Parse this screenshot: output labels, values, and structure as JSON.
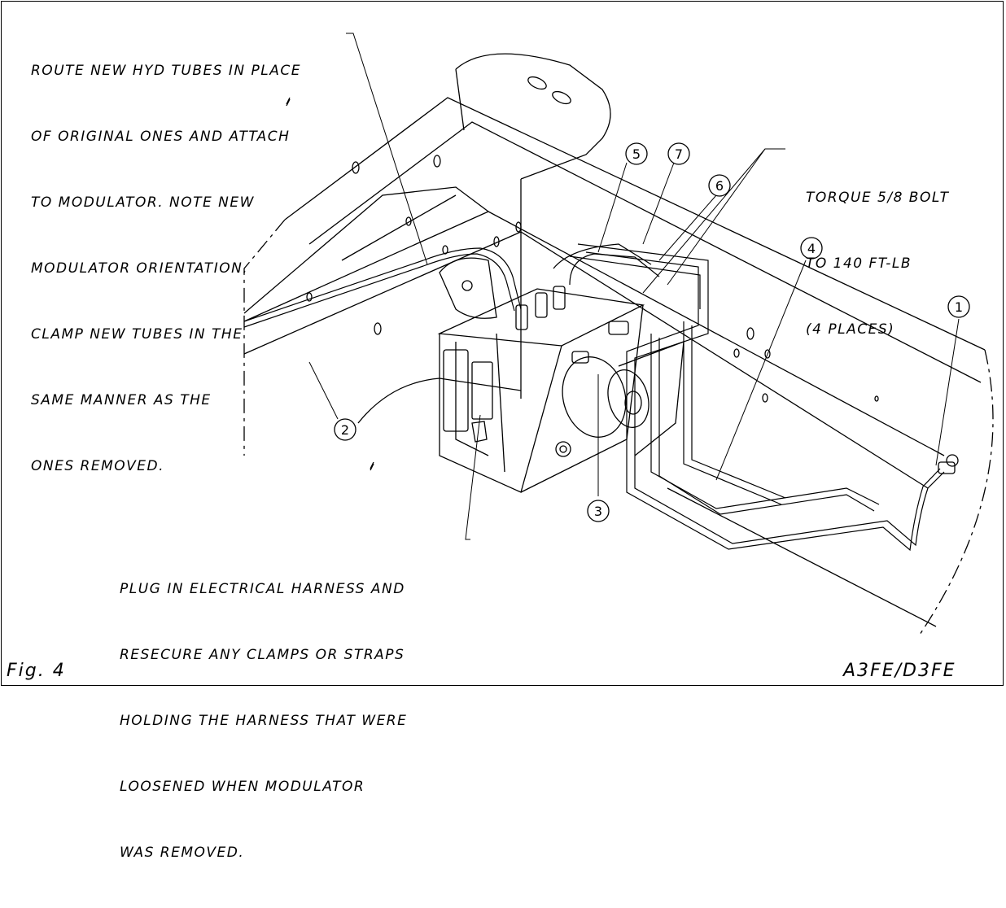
{
  "notes": {
    "route_tubes": [
      "ROUTE NEW HYD TUBES IN PLACE",
      "OF ORIGINAL ONES AND ATTACH",
      "TO MODULATOR. NOTE NEW",
      "MODULATOR ORIENTATION.",
      "CLAMP NEW TUBES IN THE",
      "SAME MANNER AS THE",
      "ONES REMOVED."
    ],
    "torque": [
      "TORQUE 5/8 BOLT",
      "TO 140 FT-LB",
      "(4 PLACES)"
    ],
    "harness": [
      "PLUG IN ELECTRICAL HARNESS AND",
      "RESECURE ANY CLAMPS OR STRAPS",
      "HOLDING THE HARNESS THAT WERE",
      "LOOSENED WHEN MODULATOR",
      "WAS REMOVED."
    ]
  },
  "callouts": [
    "1",
    "2",
    "3",
    "4",
    "5",
    "6",
    "7"
  ],
  "figure_label": "Fig. 4",
  "figure_code": "A3FE/D3FE"
}
